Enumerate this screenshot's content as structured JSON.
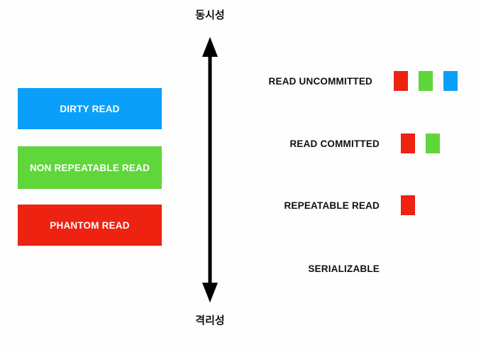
{
  "axis": {
    "top_label": "동시성",
    "bottom_label": "격리성",
    "arrow_icon": "double-headed-vertical-arrow-icon",
    "arrow_color": "#000000"
  },
  "colors": {
    "red": "#ee2211",
    "green": "#5fd63a",
    "blue": "#0aa0fa",
    "text": "#111111",
    "background": "#fefefe"
  },
  "anomalies": [
    {
      "label": "DIRTY READ",
      "color": "#0aa0fa",
      "key": "dirty-read"
    },
    {
      "label": "NON REPEATABLE READ",
      "color": "#5fd63a",
      "key": "non-repeatable-read"
    },
    {
      "label": "PHANTOM READ",
      "color": "#ee2211",
      "key": "phantom-read"
    }
  ],
  "isolation_levels": [
    {
      "label": "READ UNCOMMITTED",
      "key": "read-uncommitted",
      "swatches": [
        "#ee2211",
        "#5fd63a",
        "#0aa0fa"
      ]
    },
    {
      "label": "READ COMMITTED",
      "key": "read-committed",
      "swatches": [
        "#ee2211",
        "#5fd63a"
      ]
    },
    {
      "label": "REPEATABLE READ",
      "key": "repeatable-read",
      "swatches": [
        "#ee2211"
      ]
    },
    {
      "label": "SERIALIZABLE",
      "key": "serializable",
      "swatches": []
    }
  ]
}
